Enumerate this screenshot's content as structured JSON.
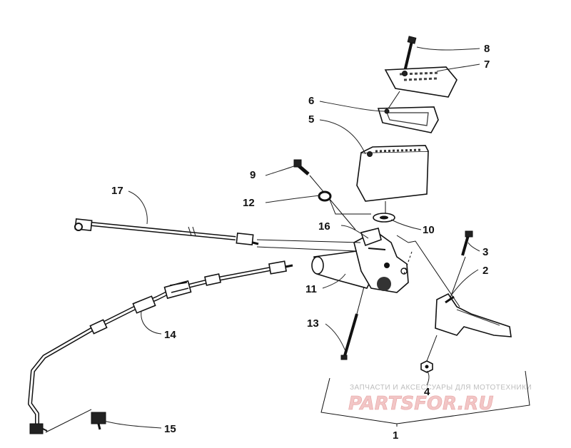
{
  "callouts": {
    "c1": "1",
    "c2": "2",
    "c3": "3",
    "c4": "4",
    "c5": "5",
    "c6": "6",
    "c7": "7",
    "c8": "8",
    "c9": "9",
    "c10": "10",
    "c11": "11",
    "c12": "12",
    "c13": "13",
    "c14": "14",
    "c15": "15",
    "c16": "16",
    "c17": "17"
  },
  "watermark": {
    "tagline": "ЗАПЧАСТИ И АКСЕССУАРЫ ДЛЯ МОТОТЕХНИКИ",
    "brand": "PARTSFOR.RU"
  }
}
